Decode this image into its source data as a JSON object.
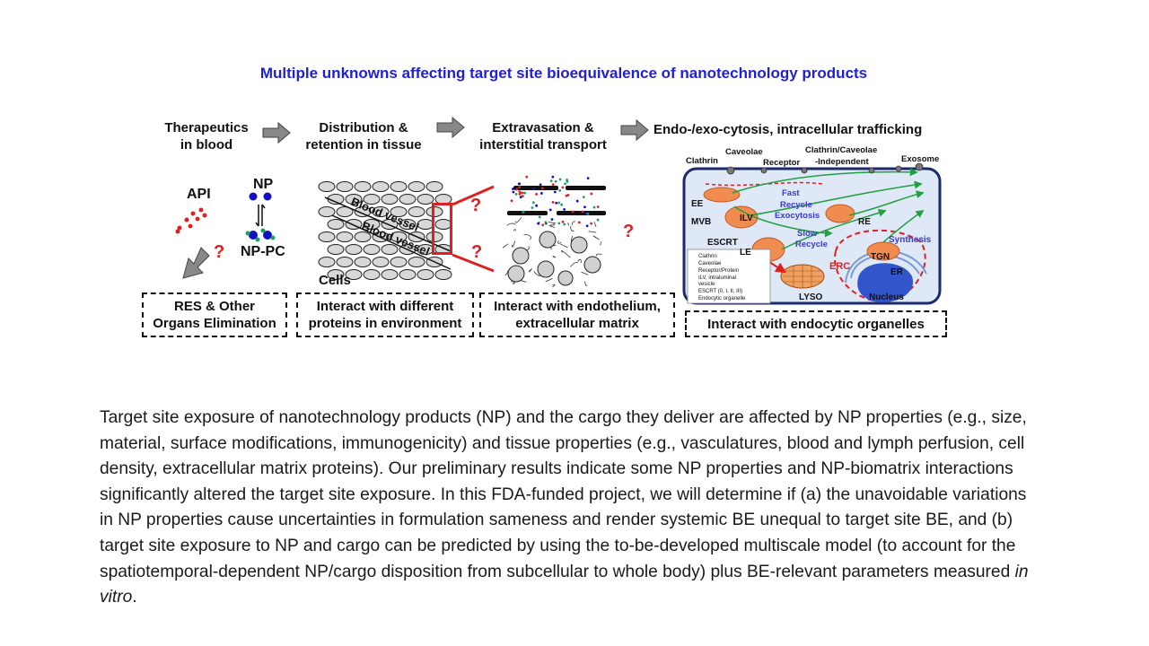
{
  "title": "Multiple unknowns affecting target site bioequivalence of nanotechnology products",
  "stages": {
    "s1": [
      "Therapeutics",
      "in blood"
    ],
    "s2": [
      "Distribution &",
      "retention in tissue"
    ],
    "s3": [
      "Extravasation &",
      "interstitial transport"
    ],
    "s4": "Endo-/exo-cytosis, intracellular trafficking"
  },
  "labels": {
    "api": "API",
    "np": "NP",
    "nppc": "NP-PC",
    "cells": "Cells",
    "vessel1": "Blood vessel",
    "vessel2": "Blood vessel",
    "question": "?"
  },
  "boxes": {
    "b1": [
      "RES & Other",
      "Organs Elimination"
    ],
    "b2": [
      "Interact with different",
      "proteins in environment"
    ],
    "b3": [
      "Interact with endothelium,",
      "extracellular matrix"
    ],
    "b4": "Interact with  endocytic organelles"
  },
  "cell": {
    "clathrin": "Clathrin",
    "caveolae": "Caveolae",
    "receptor": "Receptor",
    "independent1": "Clathrin/Caveolae",
    "independent2": "-Independent",
    "exosome": "Exosome",
    "ee": "EE",
    "mvb": "MVB",
    "ilv": "ILV",
    "escrt": "ESCRT",
    "le": "LE",
    "fast1": "Fast",
    "fast2": "Recycle",
    "fast3": "Exocytosis",
    "slow1": "Slow",
    "slow2": "Recycle",
    "re": "RE",
    "synthesis": "Synthesis",
    "erc": "ERC",
    "tgn": "TGN",
    "er": "ER",
    "nucleus": "Nucleus",
    "lyso": "LYSO",
    "legend": [
      "Clathrin",
      "Caveolae",
      "Receptor/Protein",
      "ILV, intraluminal",
      "vesicle",
      "ESCRT (0, I, II, III)",
      "Endocytic organelle"
    ]
  },
  "colors": {
    "title": "#1f1fd6",
    "question": "#e02020",
    "np_blue": "#1010c0",
    "cell_fill": "#dfe8f6",
    "organelle": "#f08c50",
    "arrow_green": "#20a040",
    "nucleus": "#3355cc"
  },
  "paragraph": {
    "main": "Target site exposure of nanotechnology products (NP) and the cargo they deliver are affected by NP properties (e.g., size, material, surface modifications, immunogenicity) and tissue properties (e.g., vasculatures, blood and lymph perfusion, cell density, extracellular matrix proteins). Our preliminary results indicate some NP properties and NP-biomatrix interactions significantly altered the target site exposure. In this FDA-funded project, we will determine if (a) the unavoidable variations in NP properties cause uncertainties in formulation sameness and render systemic BE unequal to target site BE, and (b) target site exposure to NP and cargo can be predicted by using the to-be-developed multiscale model (to account for the spatiotemporal-dependent NP/cargo disposition from subcellular to whole body) plus BE-relevant parameters measured ",
    "italic": "in vitro",
    "end": "."
  }
}
